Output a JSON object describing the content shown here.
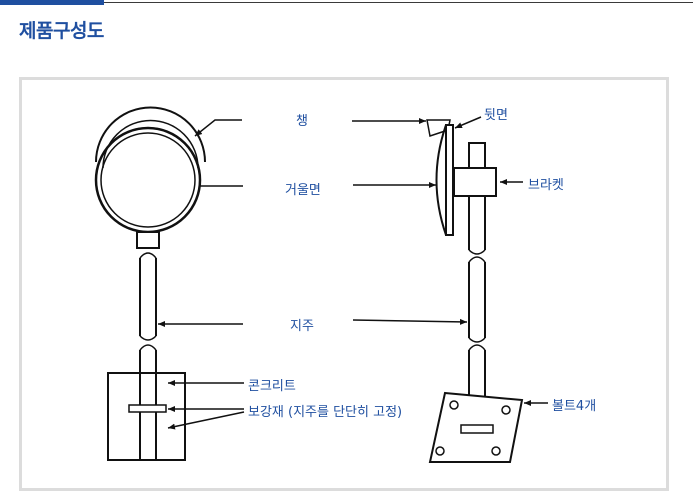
{
  "page": {
    "title": "제품구성도"
  },
  "diagram": {
    "labels": {
      "hood": "챙",
      "back": "뒷면",
      "mirror_surface": "거울면",
      "bracket": "브라켓",
      "pole": "지주",
      "concrete": "콘크리트",
      "reinforcement": "보강재 (지주를 단단히 고정)",
      "bolts": "볼트4개"
    },
    "colors": {
      "accent": "#1f4fa0",
      "line": "#111111",
      "frame": "#dcdcdc"
    }
  }
}
